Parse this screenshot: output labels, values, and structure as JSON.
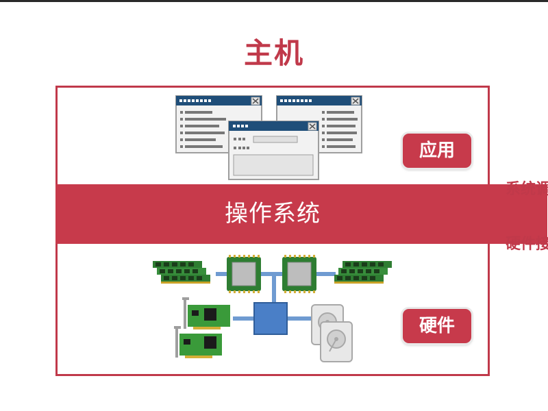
{
  "title": "主机",
  "layers": {
    "os_label": "操作系统",
    "app_tag": "应用",
    "hardware_tag": "硬件"
  },
  "side_labels": {
    "syscall": "系统调",
    "hardware_interface": "硬件接"
  },
  "colors": {
    "accent": "#c73a4b",
    "window_titlebar": "#1f4e79",
    "bus": "#6f9bd1",
    "chipset": "#4a7fc7",
    "pcb_green": "#3a9a3a",
    "ram_green": "#2e7d32"
  },
  "icons": {
    "app_windows": "window-icon",
    "cpu": "cpu-chip-icon",
    "memory": "ram-module-icon",
    "expansion_card": "pci-card-icon",
    "disk": "hard-disk-icon",
    "chipset": "chipset-icon"
  }
}
